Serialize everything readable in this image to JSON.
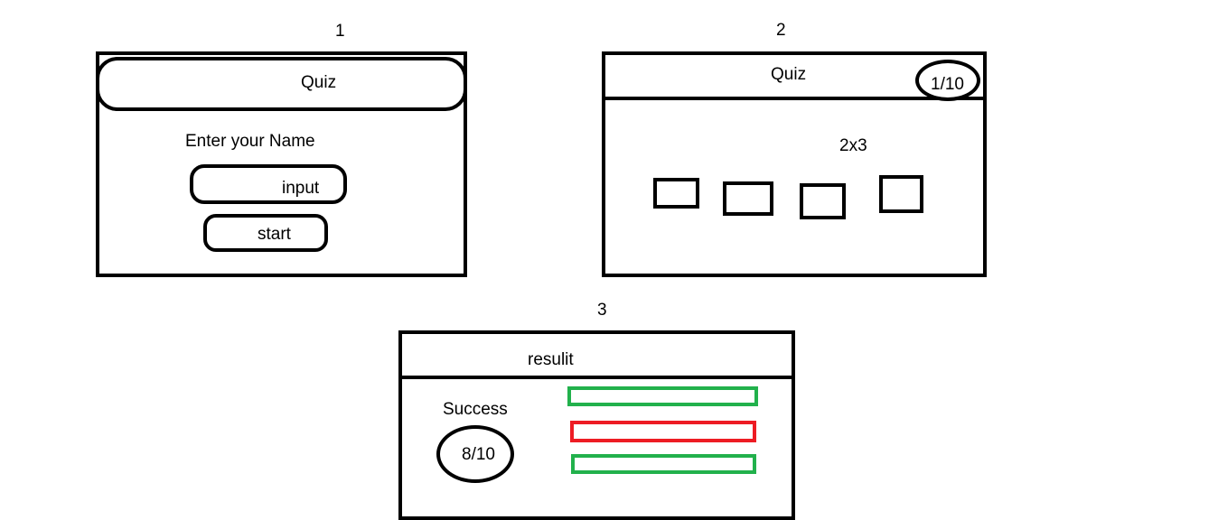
{
  "screens": [
    {
      "number": "1",
      "header_title": "Quiz",
      "prompt": "Enter your Name",
      "input_text": "input",
      "start_label": "start"
    },
    {
      "number": "2",
      "header_title": "Quiz",
      "progress": "1/10",
      "question": "2x3",
      "answer_options": 4
    },
    {
      "number": "3",
      "header_title": "resulit",
      "status": "Success",
      "score": "8/10",
      "result_bars": [
        {
          "state": "correct",
          "color": "#22b14c"
        },
        {
          "state": "wrong",
          "color": "#ed1c24"
        },
        {
          "state": "correct",
          "color": "#22b14c"
        }
      ]
    }
  ]
}
